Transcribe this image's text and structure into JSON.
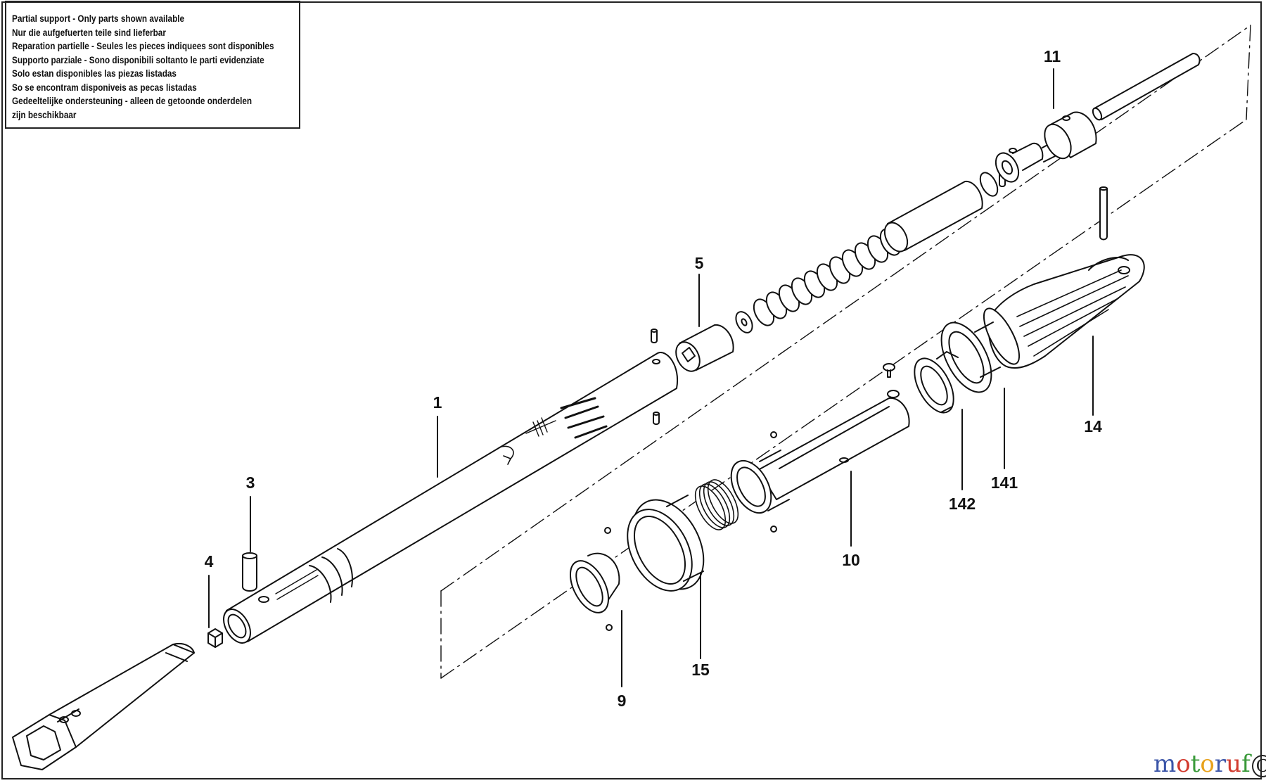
{
  "notice": {
    "lines": [
      "Partial support - Only parts shown available",
      "Nur die aufgefuerten teile sind lieferbar",
      "Reparation partielle - Seules les pieces indiquees sont disponibles",
      "Supporto parziale - Sono disponibili soltanto le parti evidenziate",
      "Solo estan disponibles las piezas listadas",
      "So se encontram disponiveis as pecas listadas",
      "Gedeeltelijke ondersteuning - alleen de getoonde onderdelen",
      "zijn beschikbaar"
    ]
  },
  "callouts": {
    "p1": "1",
    "p3": "3",
    "p4": "4",
    "p5": "5",
    "p9": "9",
    "p10": "10",
    "p11": "11",
    "p14": "14",
    "p15": "15",
    "p141": "141",
    "p142": "142"
  },
  "watermark": {
    "brand": "motoruf",
    "suffix": "C"
  },
  "colors": {
    "line": "#111111",
    "wm_m": "#3b55a8",
    "wm_o": "#d23b2f",
    "wm_t": "#3a9a3a",
    "wm_o2": "#e8a21c",
    "wm_r": "#3b55a8",
    "wm_u": "#d23b2f",
    "wm_f": "#3a9a3a"
  }
}
